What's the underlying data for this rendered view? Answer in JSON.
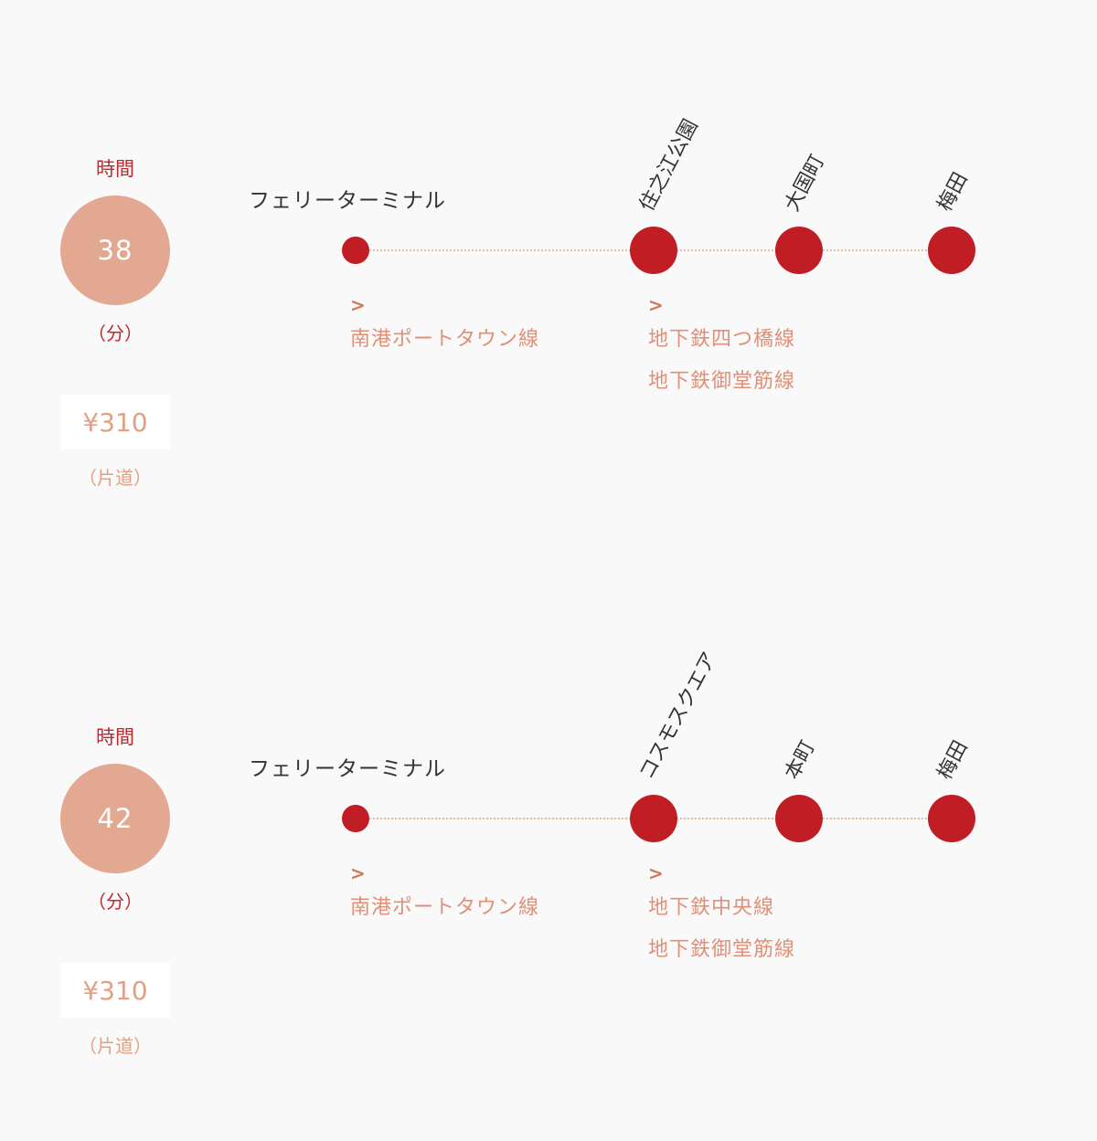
{
  "routes": [
    {
      "time_label": "時間",
      "minutes": "38",
      "minutes_unit": "（分）",
      "fare": "¥310",
      "fare_note": "（片道）",
      "origin": "フェリーターミナル",
      "stations": [
        "住之江公園",
        "大国町",
        "梅田"
      ],
      "arrow_1": ">",
      "arrow_2": ">",
      "lines": [
        "南港ポートタウン線",
        "地下鉄四つ橋線",
        "地下鉄御堂筋線"
      ]
    },
    {
      "time_label": "時間",
      "minutes": "42",
      "minutes_unit": "（分）",
      "fare": "¥310",
      "fare_note": "（片道）",
      "origin": "フェリーターミナル",
      "stations": [
        "コスモスクエア",
        "本町",
        "梅田"
      ],
      "arrow_1": ">",
      "arrow_2": ">",
      "lines": [
        "南港ポートタウン線",
        "地下鉄中央線",
        "地下鉄御堂筋線"
      ]
    }
  ],
  "colors": {
    "accent_red": "#c01e24",
    "time_circle": "#e3a892",
    "line_text": "#e09078",
    "track_dots": "#ecb9a4"
  }
}
